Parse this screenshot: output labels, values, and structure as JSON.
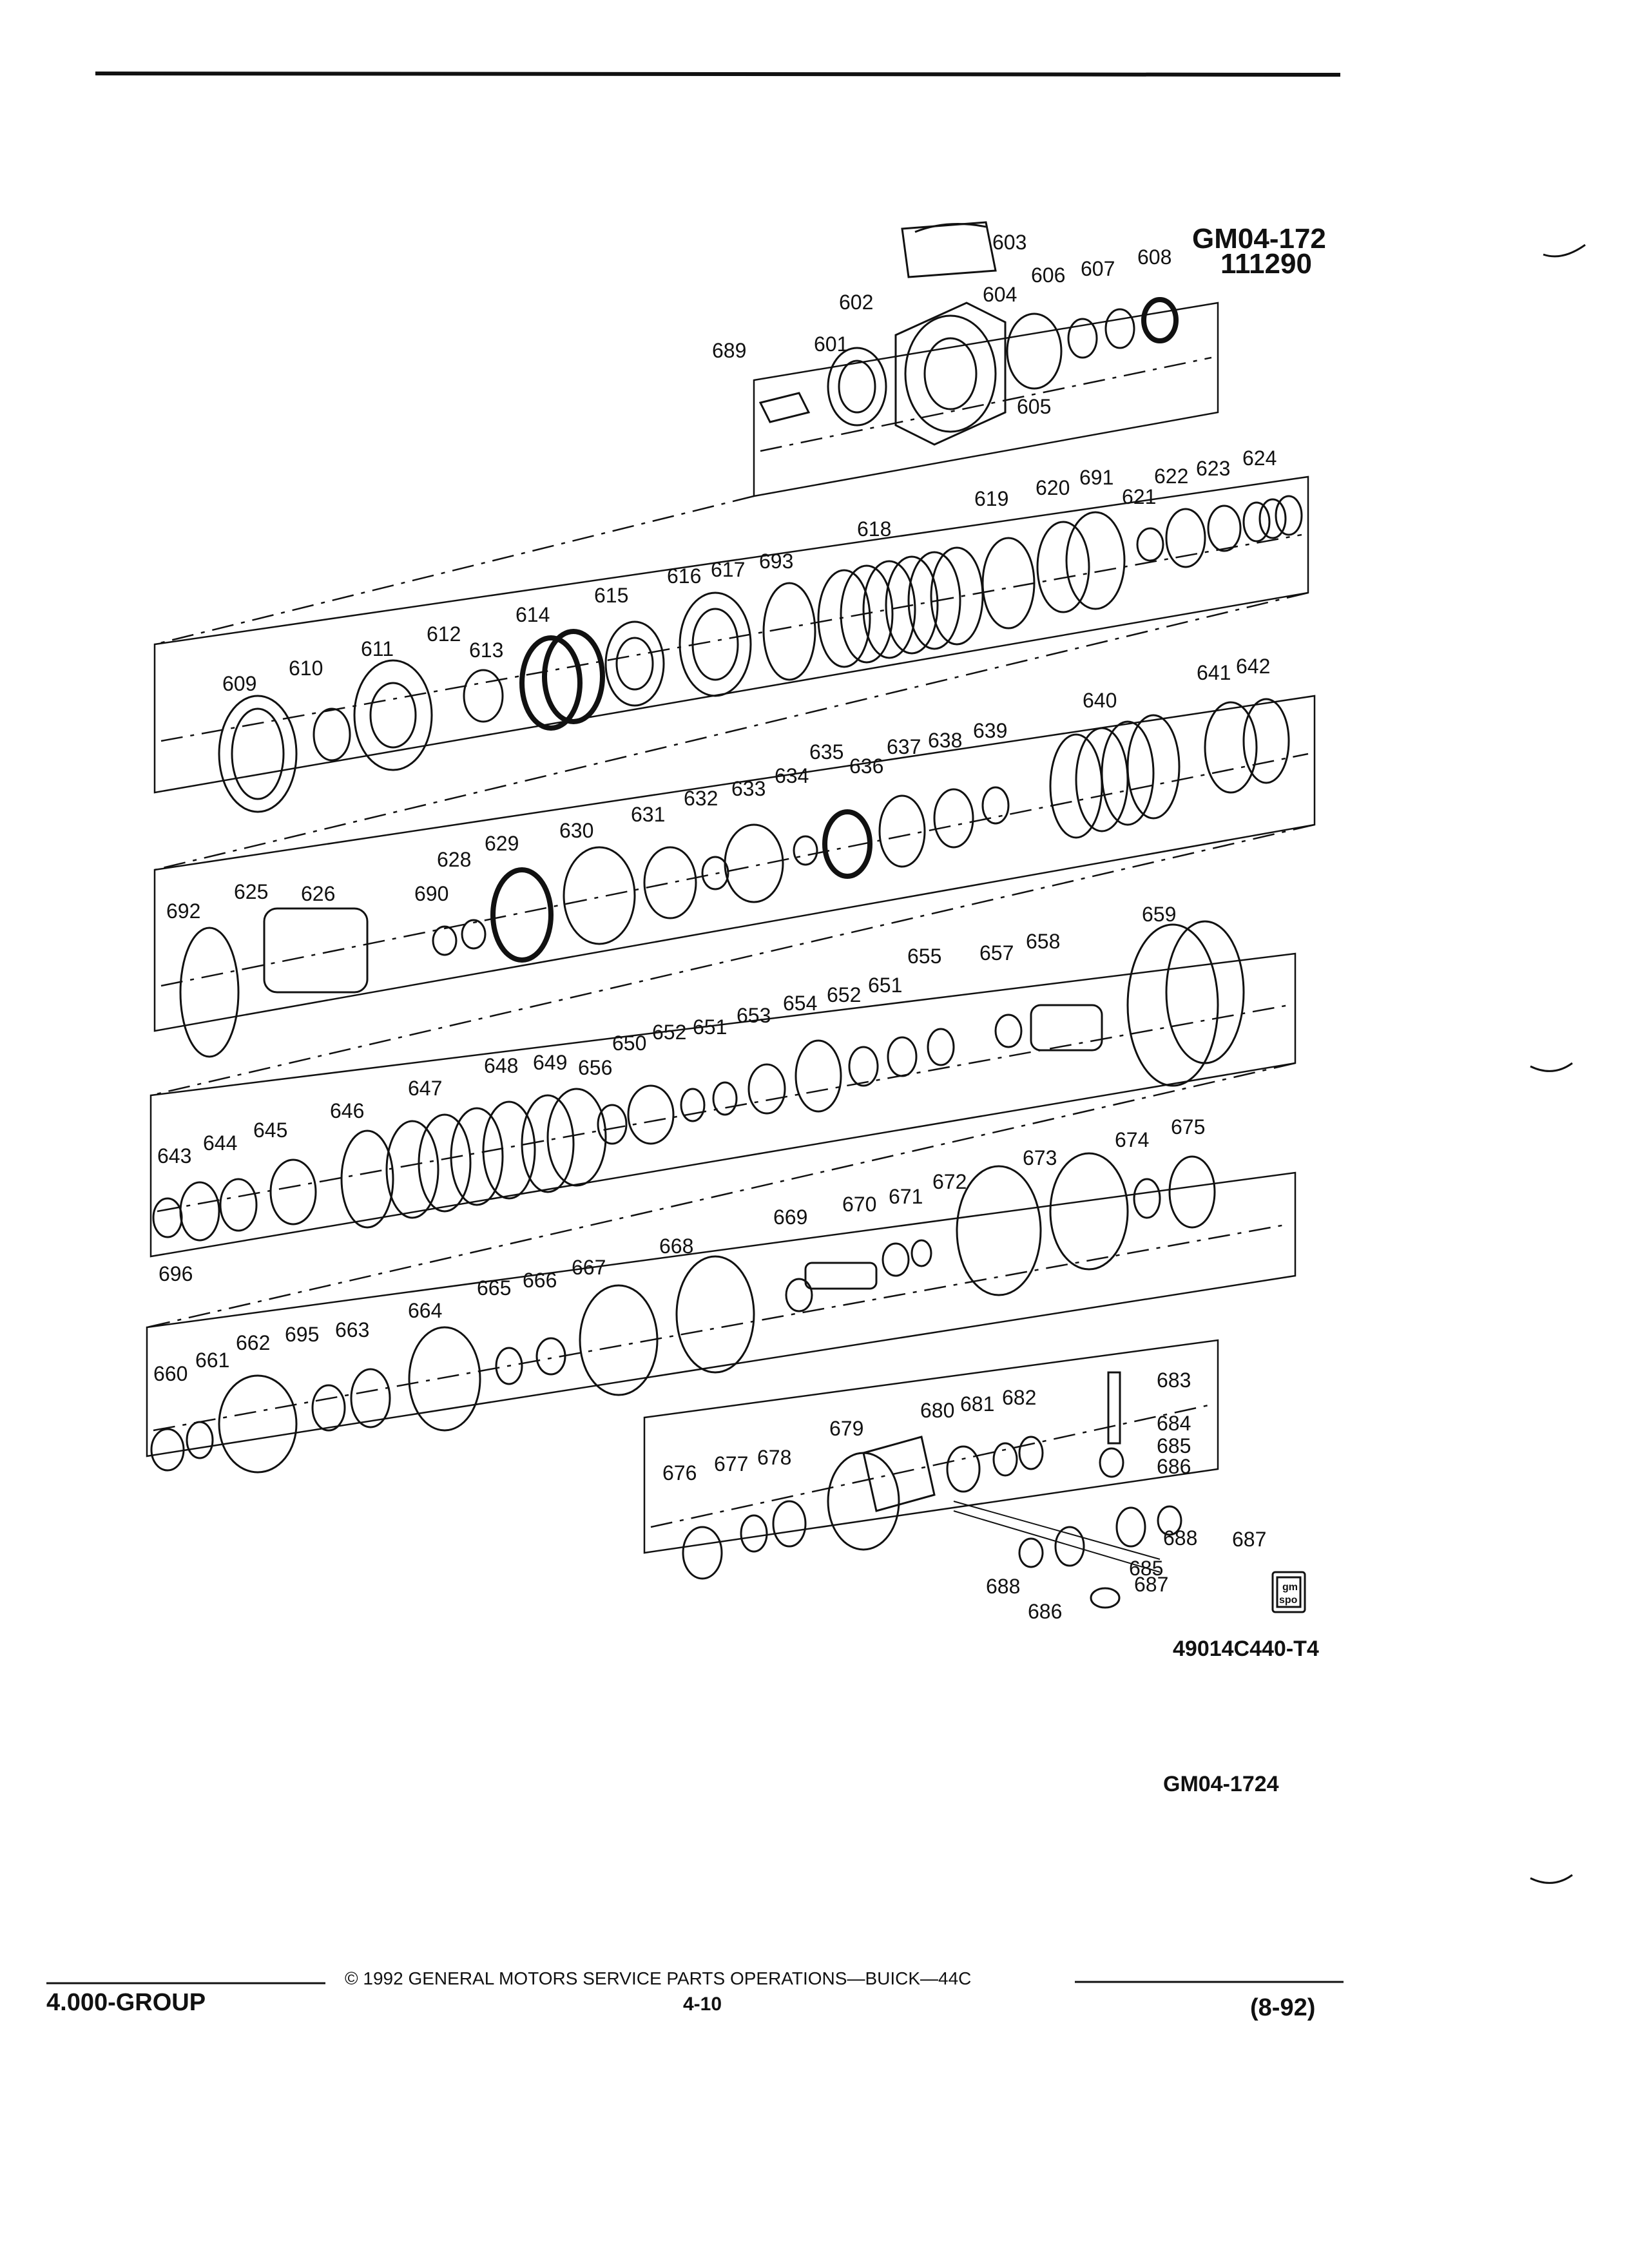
{
  "header": {
    "code": "GM04-172",
    "date": "111290"
  },
  "figure": {
    "code": "49014C440-T4",
    "ref": "GM04-1724",
    "badge": [
      "gm",
      "spo"
    ]
  },
  "footer": {
    "group": "4.000-GROUP",
    "copyright": "© 1992 GENERAL MOTORS SERVICE PARTS OPERATIONS—BUICK—44C",
    "page": "4-10",
    "date": "(8-92)"
  },
  "callouts": [
    {
      "label": "603"
    },
    {
      "label": "602"
    },
    {
      "label": "604"
    },
    {
      "label": "606"
    },
    {
      "label": "607"
    },
    {
      "label": "608"
    },
    {
      "label": "689"
    },
    {
      "label": "601"
    },
    {
      "label": "605"
    },
    {
      "label": "619"
    },
    {
      "label": "620"
    },
    {
      "label": "691"
    },
    {
      "label": "621"
    },
    {
      "label": "622"
    },
    {
      "label": "623"
    },
    {
      "label": "624"
    },
    {
      "label": "618"
    },
    {
      "label": "616"
    },
    {
      "label": "617"
    },
    {
      "label": "693"
    },
    {
      "label": "615"
    },
    {
      "label": "614"
    },
    {
      "label": "612"
    },
    {
      "label": "613"
    },
    {
      "label": "611"
    },
    {
      "label": "610"
    },
    {
      "label": "609"
    },
    {
      "label": "641"
    },
    {
      "label": "642"
    },
    {
      "label": "640"
    },
    {
      "label": "635"
    },
    {
      "label": "636"
    },
    {
      "label": "637"
    },
    {
      "label": "638"
    },
    {
      "label": "639"
    },
    {
      "label": "634"
    },
    {
      "label": "633"
    },
    {
      "label": "632"
    },
    {
      "label": "631"
    },
    {
      "label": "630"
    },
    {
      "label": "629"
    },
    {
      "label": "628"
    },
    {
      "label": "690"
    },
    {
      "label": "625"
    },
    {
      "label": "626"
    },
    {
      "label": "692"
    },
    {
      "label": "659"
    },
    {
      "label": "657"
    },
    {
      "label": "658"
    },
    {
      "label": "655"
    },
    {
      "label": "654"
    },
    {
      "label": "652"
    },
    {
      "label": "651"
    },
    {
      "label": "653"
    },
    {
      "label": "651"
    },
    {
      "label": "652"
    },
    {
      "label": "650"
    },
    {
      "label": "649"
    },
    {
      "label": "656"
    },
    {
      "label": "648"
    },
    {
      "label": "647"
    },
    {
      "label": "646"
    },
    {
      "label": "645"
    },
    {
      "label": "644"
    },
    {
      "label": "643"
    },
    {
      "label": "696"
    },
    {
      "label": "674"
    },
    {
      "label": "675"
    },
    {
      "label": "673"
    },
    {
      "label": "672"
    },
    {
      "label": "671"
    },
    {
      "label": "670"
    },
    {
      "label": "669"
    },
    {
      "label": "668"
    },
    {
      "label": "667"
    },
    {
      "label": "666"
    },
    {
      "label": "665"
    },
    {
      "label": "664"
    },
    {
      "label": "663"
    },
    {
      "label": "695"
    },
    {
      "label": "662"
    },
    {
      "label": "661"
    },
    {
      "label": "660"
    },
    {
      "label": "683"
    },
    {
      "label": "684"
    },
    {
      "label": "685"
    },
    {
      "label": "686"
    },
    {
      "label": "682"
    },
    {
      "label": "681"
    },
    {
      "label": "680"
    },
    {
      "label": "679"
    },
    {
      "label": "678"
    },
    {
      "label": "677"
    },
    {
      "label": "676"
    },
    {
      "label": "687"
    },
    {
      "label": "688"
    },
    {
      "label": "686"
    },
    {
      "label": "687"
    },
    {
      "label": "688"
    },
    {
      "label": "685"
    }
  ]
}
